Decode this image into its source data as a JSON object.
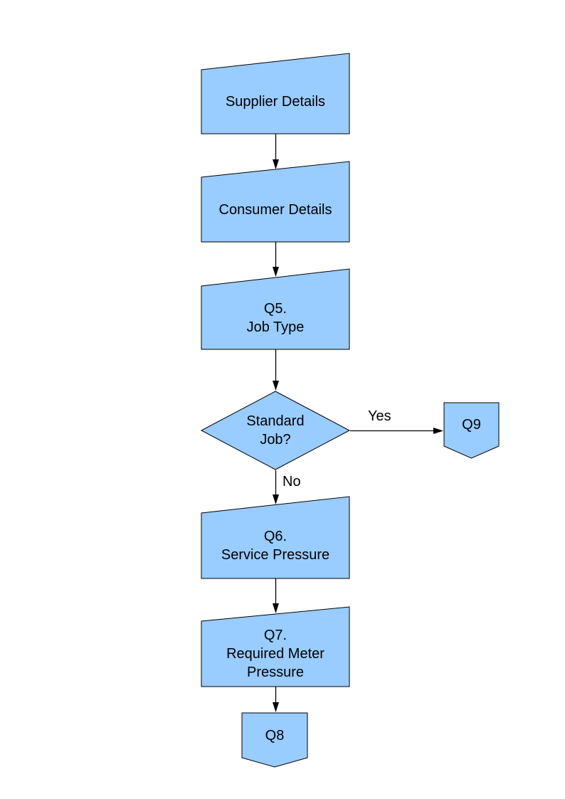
{
  "diagram": {
    "type": "flowchart",
    "style": {
      "background": "#FFFFFF",
      "node_fill": "#99CCFF",
      "node_border": "#000000",
      "line_color": "#000000",
      "text_color": "#000000"
    },
    "nodes": [
      {
        "id": "supplier-details",
        "shape": "manual-input",
        "lines": [
          "Supplier Details"
        ]
      },
      {
        "id": "consumer-details",
        "shape": "manual-input",
        "lines": [
          "Consumer Details"
        ]
      },
      {
        "id": "q5-job-type",
        "shape": "manual-input",
        "lines": [
          "Q5.",
          "Job Type"
        ]
      },
      {
        "id": "standard-job",
        "shape": "decision",
        "lines": [
          "Standard",
          "Job?"
        ]
      },
      {
        "id": "q9",
        "shape": "off-page-connector",
        "lines": [
          "Q9"
        ]
      },
      {
        "id": "q6-service-pressure",
        "shape": "manual-input",
        "lines": [
          "Q6.",
          "Service Pressure"
        ]
      },
      {
        "id": "q7-required-meter-pressure",
        "shape": "manual-input",
        "lines": [
          "Q7.",
          "Required Meter",
          "Pressure"
        ]
      },
      {
        "id": "q8",
        "shape": "off-page-connector",
        "lines": [
          "Q8"
        ]
      }
    ],
    "edges": [
      {
        "from": "supplier-details",
        "to": "consumer-details",
        "label": ""
      },
      {
        "from": "consumer-details",
        "to": "q5-job-type",
        "label": ""
      },
      {
        "from": "q5-job-type",
        "to": "standard-job",
        "label": ""
      },
      {
        "from": "standard-job",
        "to": "q9",
        "label": "Yes"
      },
      {
        "from": "standard-job",
        "to": "q6-service-pressure",
        "label": "No"
      },
      {
        "from": "q6-service-pressure",
        "to": "q7-required-meter-pressure",
        "label": ""
      },
      {
        "from": "q7-required-meter-pressure",
        "to": "q8",
        "label": ""
      }
    ]
  }
}
